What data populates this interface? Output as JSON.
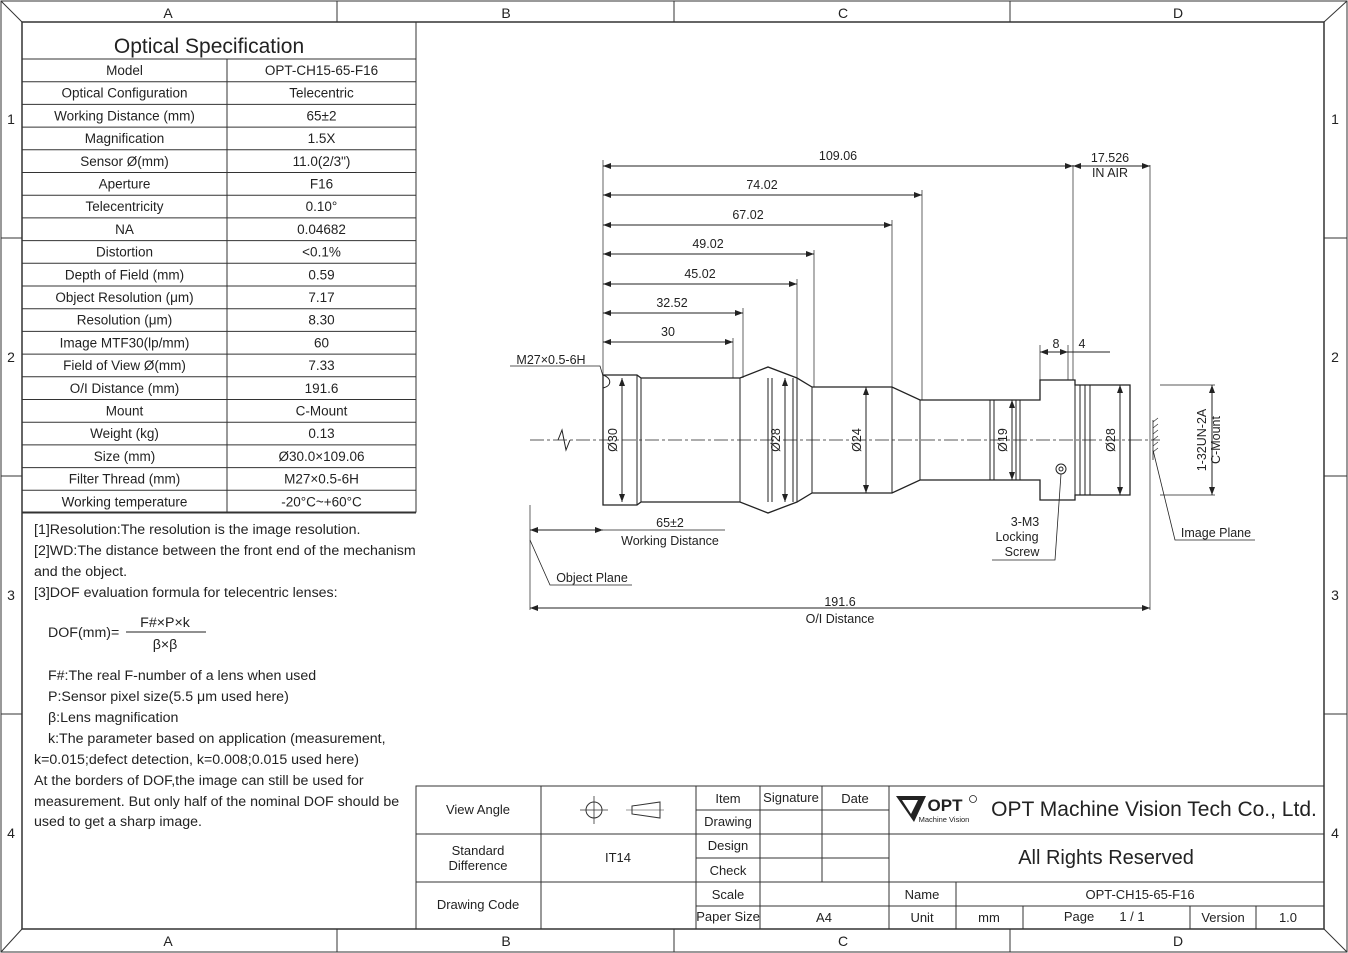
{
  "border": {
    "cols": [
      "A",
      "B",
      "C",
      "D"
    ],
    "rows": [
      "1",
      "2",
      "3",
      "4"
    ]
  },
  "spec": {
    "title": "Optical Specification",
    "rows": [
      [
        "Model",
        "OPT-CH15-65-F16"
      ],
      [
        "Optical Configuration",
        "Telecentric"
      ],
      [
        "Working Distance (mm)",
        "65±2"
      ],
      [
        "Magnification",
        "1.5X"
      ],
      [
        "Sensor Ø(mm)",
        "11.0(2/3\")"
      ],
      [
        "Aperture",
        "F16"
      ],
      [
        "Telecentricity",
        "0.10°"
      ],
      [
        "NA",
        "0.04682"
      ],
      [
        "Distortion",
        "<0.1%"
      ],
      [
        "Depth of Field (mm)",
        "0.59"
      ],
      [
        "Object Resolution (μm)",
        "7.17"
      ],
      [
        "Resolution (μm)",
        "8.30"
      ],
      [
        "Image MTF30(lp/mm)",
        "60"
      ],
      [
        "Field of View Ø(mm)",
        "7.33"
      ],
      [
        "O/I Distance (mm)",
        "191.6"
      ],
      [
        "Mount",
        "C-Mount"
      ],
      [
        "Weight (kg)",
        "0.13"
      ],
      [
        "Size (mm)",
        "Ø30.0×109.06"
      ],
      [
        "Filter Thread (mm)",
        "M27×0.5-6H"
      ],
      [
        "Working temperature",
        "-20°C~+60°C"
      ]
    ]
  },
  "notes": {
    "n1": "[1]Resolution:The resolution is the image resolution.",
    "n2a": "[2]WD:The distance between the front end of the mechanism",
    "n2b": "and the object.",
    "n3": "[3]DOF evaluation formula for telecentric lenses:",
    "dof_label": "DOF(mm)=",
    "dof_num": "F#×P×k",
    "dof_den": "β×β",
    "d1": "F#:The real F-number of a lens when used",
    "d2": "P:Sensor pixel size(5.5 μm used here)",
    "d3": "β:Lens magnification",
    "d4a": "k:The parameter based on application (measurement,",
    "d4b": "k=0.015;defect detection, k=0.008;0.015 used here)",
    "e1": "At the borders of DOF,the image can still be used for",
    "e2": "measurement. But only half of the nominal DOF should be",
    "e3": "used to get a sharp image."
  },
  "drawing": {
    "total_len": "109.06",
    "d7402": "74.02",
    "d6702": "67.02",
    "d4902": "49.02",
    "d4502": "45.02",
    "d3252": "32.52",
    "d30": "30",
    "air": "17.526",
    "in_air": "IN AIR",
    "d8": "8",
    "d4": "4",
    "thread": "M27×0.5-6H",
    "dia30": "Ø30",
    "dia28a": "Ø28",
    "dia24": "Ø24",
    "dia19": "Ø19",
    "dia28b": "Ø28",
    "mount1": "1-32UN-2A",
    "mount2": "C-Mount",
    "wd": "65±2",
    "wd_label": "Working Distance",
    "object_plane": "Object Plane",
    "screw1": "3-M3",
    "screw2": "Locking",
    "screw3": "Screw",
    "image_plane": "Image Plane",
    "oi": "191.6",
    "oi_label": "O/I Distance"
  },
  "title_block": {
    "view_angle": "View Angle",
    "std_diff1": "Standard",
    "std_diff2": "Difference",
    "it": "IT14",
    "drawing_code": "Drawing Code",
    "item": "Item",
    "signature": "Signature",
    "date": "Date",
    "drawing": "Drawing",
    "design": "Design",
    "check": "Check",
    "scale": "Scale",
    "paper_size": "Paper Size",
    "paper_val": "A4",
    "logo": "OPT",
    "logo_sub": "Machine Vision",
    "company": "OPT Machine Vision Tech Co., Ltd.",
    "rights": "All Rights Reserved",
    "name": "Name",
    "name_val": "OPT-CH15-65-F16",
    "unit": "Unit",
    "unit_val": "mm",
    "page": "Page",
    "page_val": "1  /  1",
    "version": "Version",
    "version_val": "1.0"
  }
}
